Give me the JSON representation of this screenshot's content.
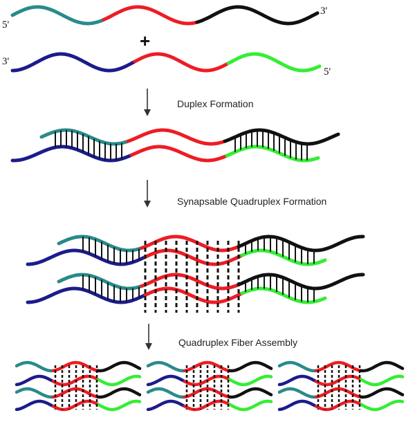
{
  "strand_labels": {
    "top_left": "5'",
    "top_right": "3'",
    "bottom_left": "3'",
    "bottom_right": "5'"
  },
  "plus_sign": "+",
  "steps": [
    {
      "label": "Duplex Formation"
    },
    {
      "label": "Synapsable Quadruplex Formation"
    },
    {
      "label": "Quadruplex Fiber Assembly"
    }
  ],
  "colors": {
    "teal": "#2a8a8a",
    "red": "#ee1c24",
    "black": "#111111",
    "navy": "#1c1c8c",
    "green": "#33ee33",
    "rung": "#111111"
  }
}
